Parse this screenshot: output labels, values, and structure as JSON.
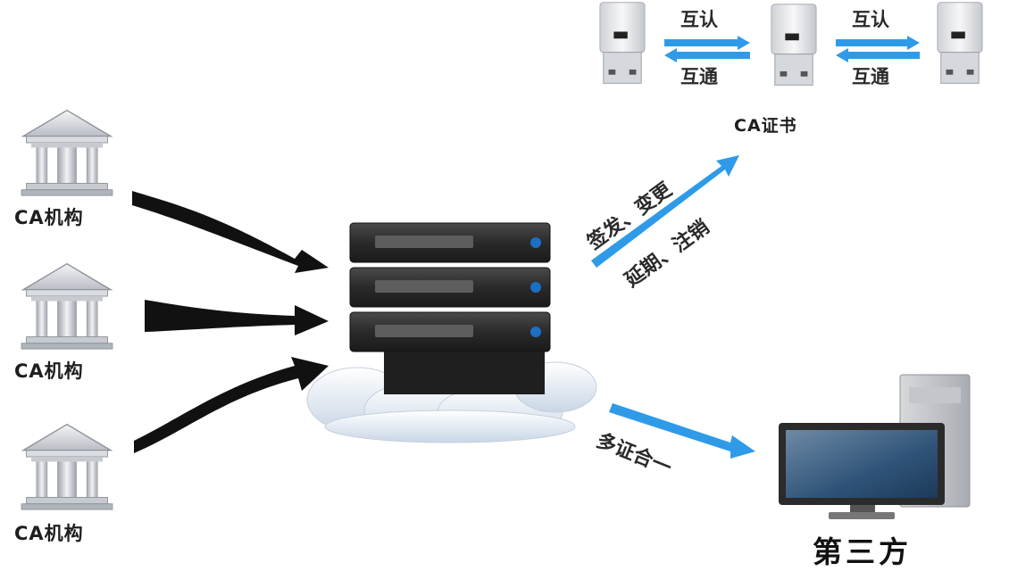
{
  "ca_institutions": [
    {
      "label": "CA机构"
    },
    {
      "label": "CA机构"
    },
    {
      "label": "CA机构"
    }
  ],
  "certificates": {
    "caption": "CA证书",
    "links": [
      {
        "top": "互认",
        "bottom": "互通"
      },
      {
        "top": "互认",
        "bottom": "互通"
      }
    ]
  },
  "operations": {
    "line1": "签发、变更",
    "line2": "延期、注销"
  },
  "third_party": {
    "label": "第三方",
    "arrow_label": "多证合一"
  },
  "colors": {
    "arrow_blue": "#2f9be8",
    "server_dark": "#2b2b2b",
    "black_arrow": "#111111"
  }
}
